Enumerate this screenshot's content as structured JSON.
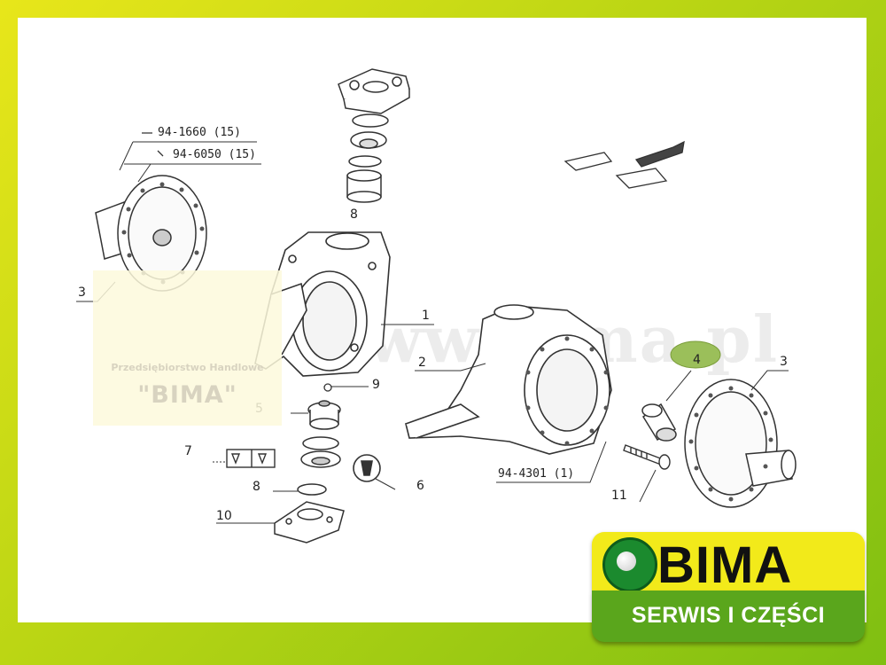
{
  "diagram": {
    "refs": {
      "ref_a": "94-1660 (15)",
      "ref_b": "94-6050 (15)",
      "ref_c": "94-4301 (1)"
    },
    "callouts": {
      "c1": "1",
      "c2": "2",
      "c3_left": "3",
      "c3_right": "3",
      "c4": "4",
      "c5": "5",
      "c6": "6",
      "c7": "7",
      "c8_top": "8",
      "c8_bottom": "8",
      "c9": "9",
      "c10": "10",
      "c11": "11"
    },
    "highlight_color": "#9bbf5a"
  },
  "watermark": {
    "company_line": "Przedsiębiorstwo Handlowe",
    "company_name": "\"BIMA\"",
    "url": "www.bima.pl"
  },
  "logo": {
    "name": "BIMA",
    "tagline": "SERWIS I CZĘŚCI",
    "colors": {
      "top": "#f2ea1a",
      "bottom": "#5aa61c",
      "circle": "#1b8a2e"
    }
  }
}
